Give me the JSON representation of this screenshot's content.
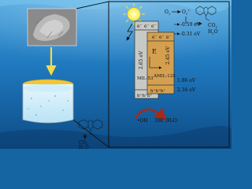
{
  "diagram": {
    "top_species": {
      "o2": "O",
      "o2_sub": "2",
      "o2_rad": "O",
      "o2_rad_sub": "2",
      "o2_rad_sup": "•-"
    },
    "product_right": {
      "co2": "CO",
      "co2_sub": "2",
      "h2o": "H",
      "h2o_sub": "2",
      "h2o_o": "O"
    },
    "conduction_electrons": [
      "e⁻",
      "e⁻",
      "e⁻",
      "e⁻",
      "e⁻",
      "e⁻"
    ],
    "potentials": {
      "cb_right": "-0.59 eV",
      "cb_left": "-0.31 eV",
      "vb_right": "1.86 eV",
      "vb_left": "2.34 eV"
    },
    "band_gaps": {
      "mil53": "2.65 eV",
      "amil125": "2.45 eV"
    },
    "materials": {
      "left": "MIL-53",
      "right": "AMIL-125"
    },
    "junction_label": "E",
    "holes": [
      "h⁺h⁺h⁺",
      "h⁺h⁺h⁺"
    ],
    "radical_products": {
      "oh": "•OH",
      "oh_minus": "OH⁻/H₂O"
    },
    "bottom_products": {
      "co2": "CO",
      "co2_sub": "2",
      "h2o": "H",
      "h2o_sub": "2",
      "h2o_o": "O"
    },
    "colors": {
      "water": "#1a72b4",
      "band_left": "#c7c9c4",
      "band_right": "#d4a050",
      "sun": "#fff176",
      "arrow": "#a52a1a"
    }
  }
}
